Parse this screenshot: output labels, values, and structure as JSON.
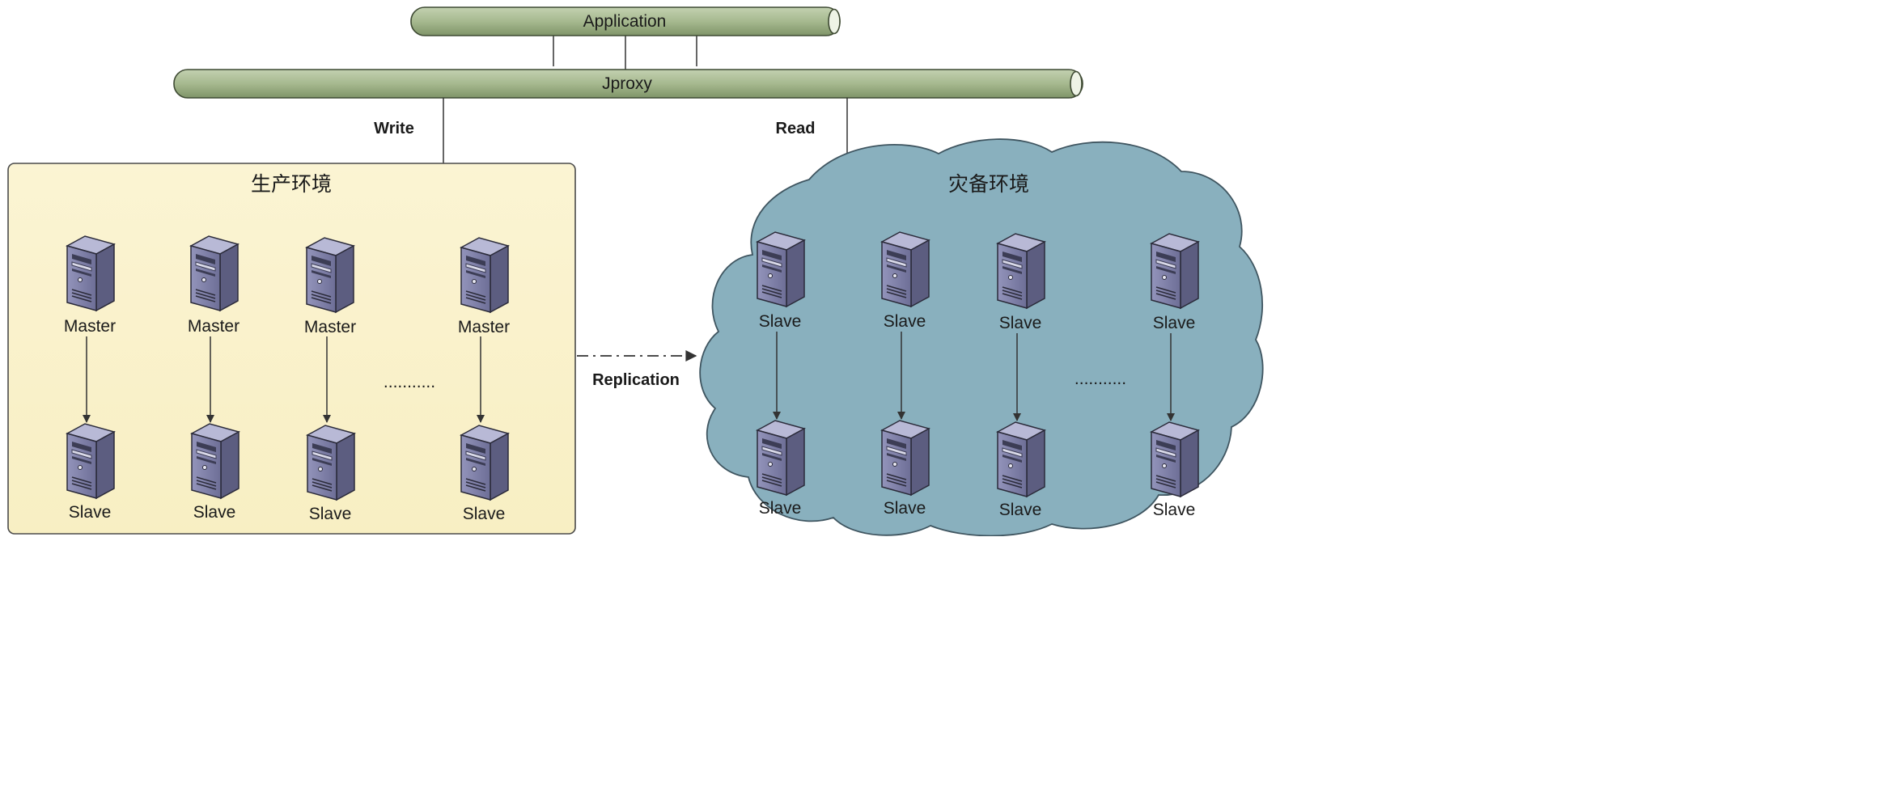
{
  "bars": {
    "application": "Application",
    "jproxy": "Jproxy"
  },
  "labels": {
    "write": "Write",
    "read": "Read",
    "replication": "Replication",
    "ellipsis": "..........."
  },
  "production": {
    "title": "生产环境",
    "masters": [
      "Master",
      "Master",
      "Master",
      "Master"
    ],
    "slaves": [
      "Slave",
      "Slave",
      "Slave",
      "Slave"
    ]
  },
  "disaster": {
    "title": "灾备环境",
    "top_slaves": [
      "Slave",
      "Slave",
      "Slave",
      "Slave"
    ],
    "bottom_slaves": [
      "Slave",
      "Slave",
      "Slave",
      "Slave"
    ]
  },
  "colors": {
    "bar_fill": "#a9bb94",
    "production_fill": "#faf2c9",
    "cloud_fill": "#89b0be",
    "server_fill": "#7d7ea6"
  },
  "icons": {
    "server": "server-tower-icon"
  }
}
